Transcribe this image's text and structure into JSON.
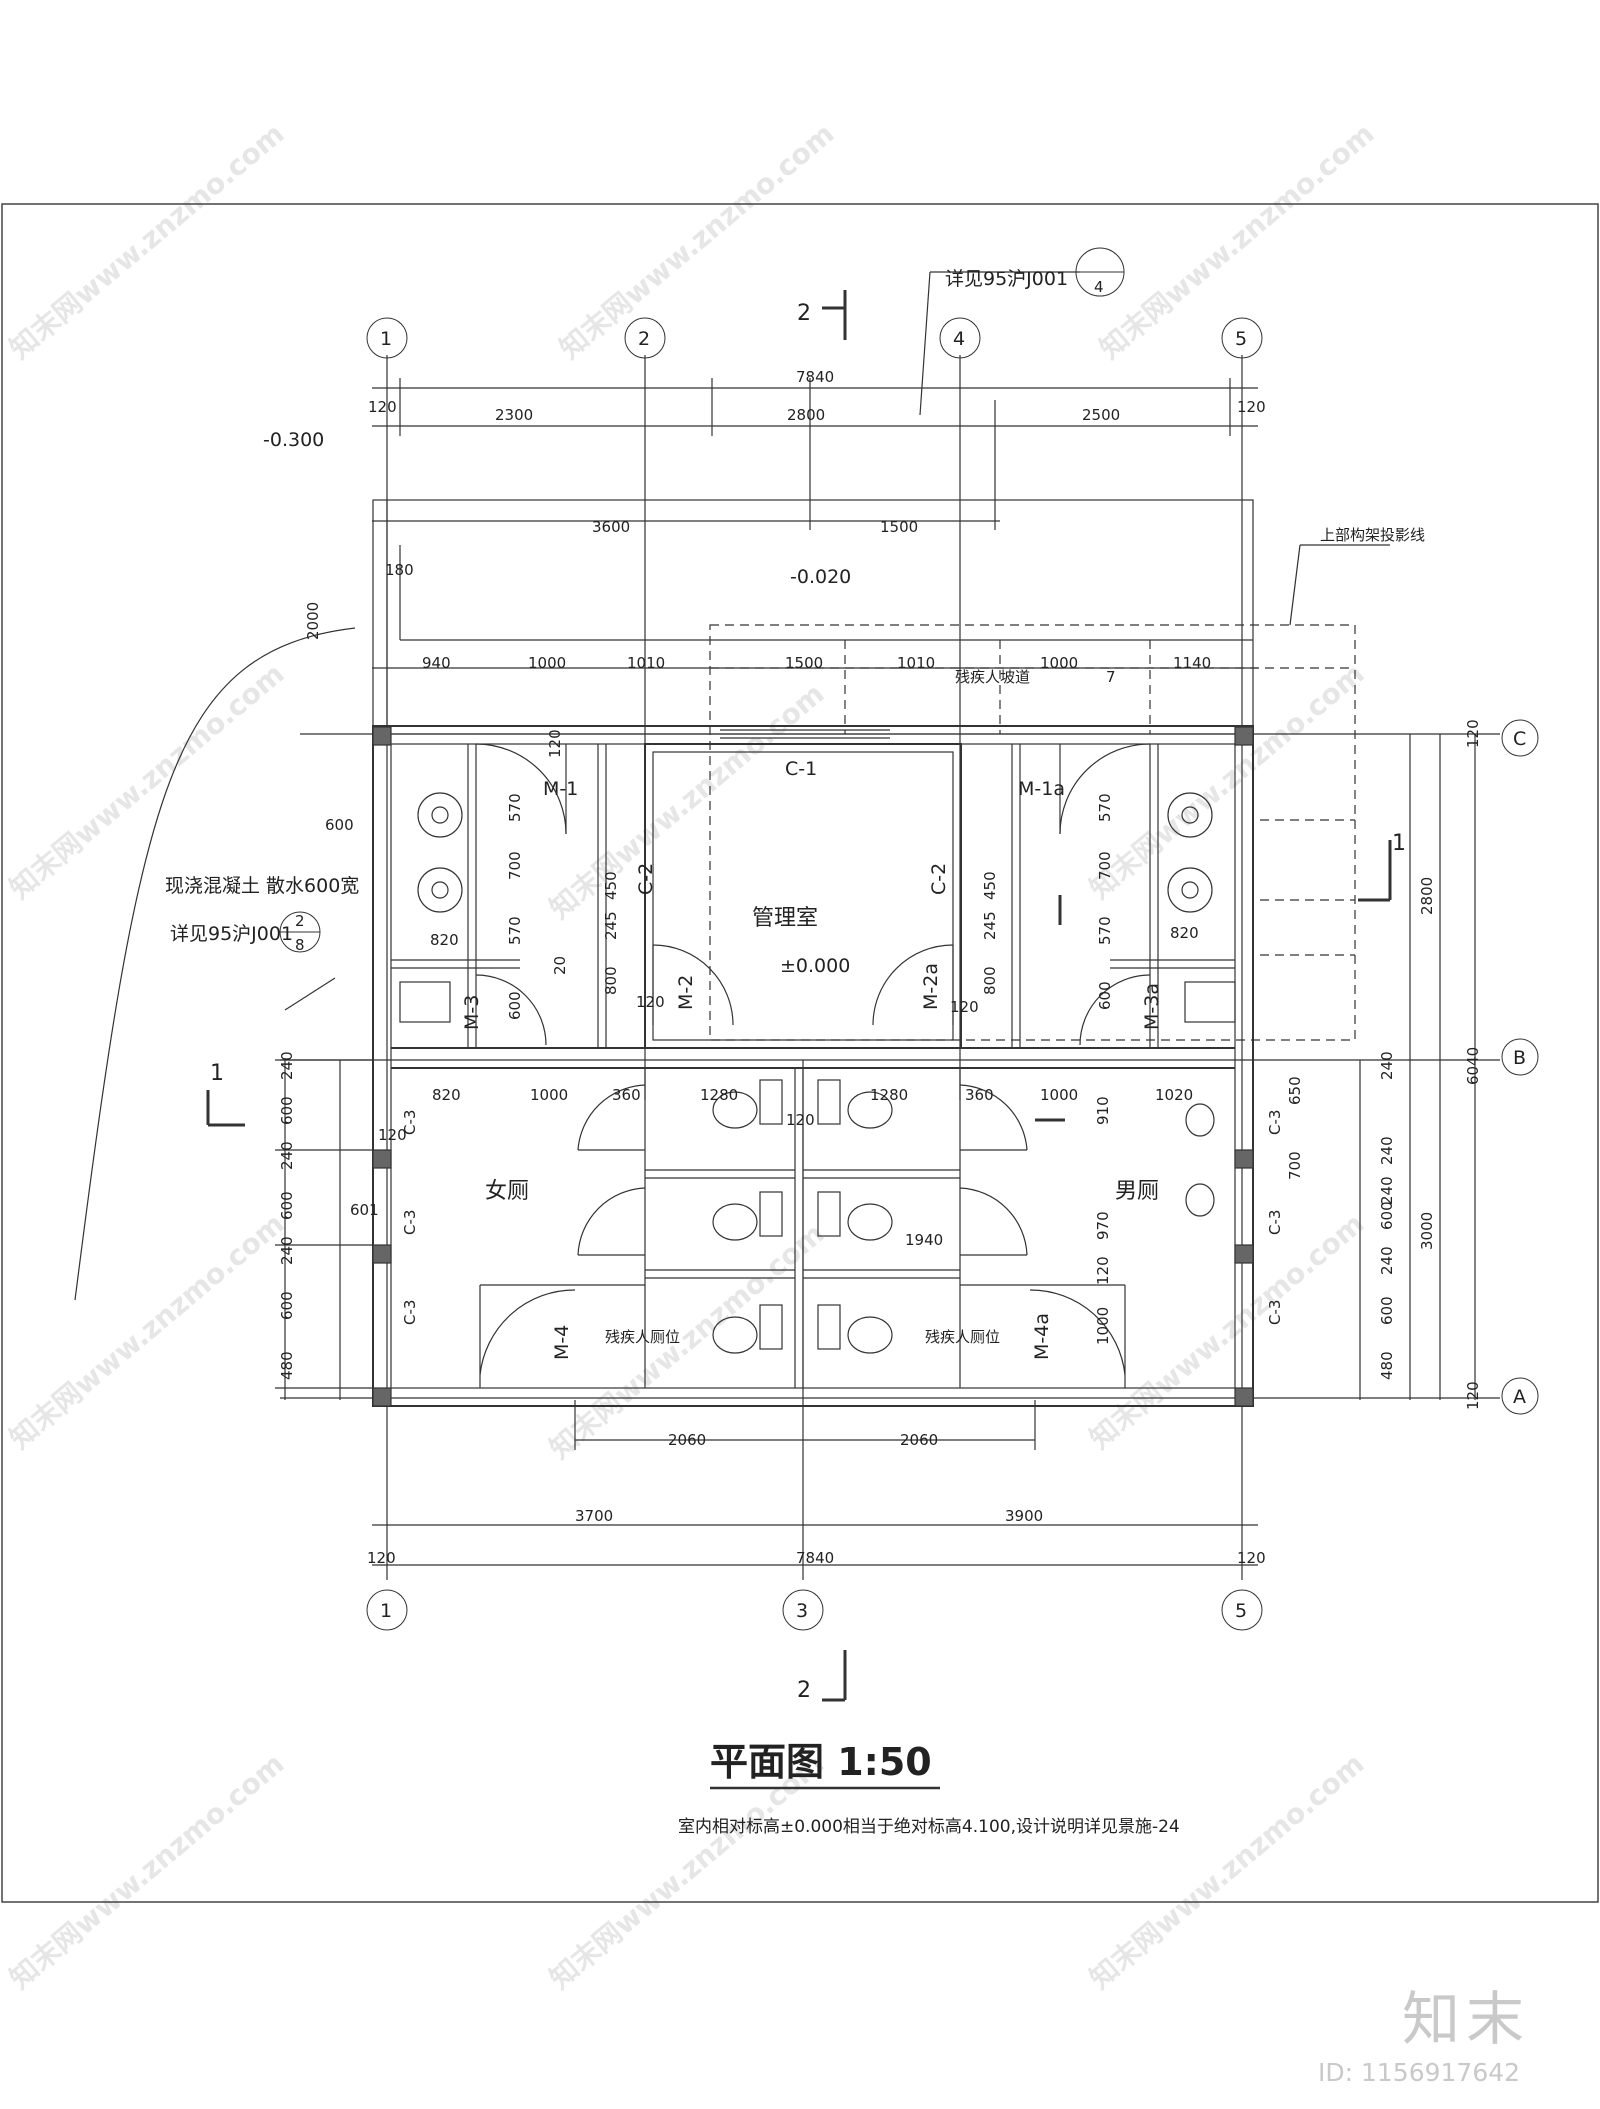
{
  "title": "平面图 1:50",
  "note": "室内相对标高±0.000相当于绝对标高4.100,设计说明详见景施-24",
  "brand": {
    "logo": "知末",
    "id": "ID: 1156917642"
  },
  "watermark": "知末网www.znzmo.com",
  "axes": {
    "top": [
      "1",
      "2",
      "4",
      "5"
    ],
    "bottom": [
      "1",
      "3",
      "5"
    ],
    "right": [
      "C",
      "B",
      "A"
    ]
  },
  "sections": {
    "s2": "2",
    "s1": "1"
  },
  "rooms": {
    "management": "管理室",
    "women": "女厕",
    "men": "男厕",
    "accessible": "残疾人厕位",
    "ramp": "残疾人坡道"
  },
  "levels": {
    "outside": "-0.300",
    "porch": "-0.020",
    "floor": "±0.000"
  },
  "refs": {
    "top_ref": "详见95沪J001",
    "top_ref_num": "4",
    "left_ref": "详见95沪J001",
    "left_ref_num": "2",
    "left_ref_den": "8",
    "apron": "现浇混凝土  散水600宽",
    "upper_frame": "上部构架投影线"
  },
  "doors": [
    "M-1",
    "M-1a",
    "M-2",
    "M-2a",
    "M-3",
    "M-3a",
    "M-4",
    "M-4a"
  ],
  "windows": [
    "C-1",
    "C-2",
    "C-2",
    "C-3",
    "C-3",
    "C-3",
    "C-3",
    "C-3",
    "C-3"
  ],
  "dims": {
    "top_total": "7840",
    "top_120a": "120",
    "top_120b": "120",
    "top_a": "2300",
    "top_b": "2800",
    "top_c": "2500",
    "porch_a": "3600",
    "porch_b": "1500",
    "d180": "180",
    "d2000": "2000",
    "row_940": "940",
    "row_1000": "1000",
    "row_1010": "1010",
    "row_1500": "1500",
    "row_1010b": "1010",
    "row_1000b": "1000",
    "row_7": "7",
    "row_1140": "1140",
    "l_570a": "570",
    "l_700": "700",
    "l_570b": "570",
    "l_120": "120",
    "l_600": "600",
    "l_820": "820",
    "l_20": "20",
    "m_450": "450",
    "m_245": "245",
    "m_800": "800",
    "m_120": "120",
    "r_570a": "570",
    "r_700": "700",
    "r_570b": "570",
    "r_820": "820",
    "r_450": "450",
    "r_245": "245",
    "r_800": "800",
    "r_600": "600",
    "r_120": "120",
    "apron_600": "600",
    "b_820": "820",
    "b_1000": "1000",
    "b_360": "360",
    "b_1280": "1280",
    "b_120": "120",
    "b_1280b": "1280",
    "b_360b": "360",
    "b_1000b": "1000",
    "b_1020": "1020",
    "lv_240a": "240",
    "lv_600a": "600",
    "lv_240b": "240",
    "lv_600b": "600",
    "lv_240c": "240",
    "lv_600c": "600",
    "lv_480": "480",
    "lv_601": "601",
    "lv_120": "120",
    "rv_240a": "240",
    "rv_650": "650",
    "rv_240b": "240",
    "rv_700": "700",
    "rv_240c": "240",
    "rv_600a": "600",
    "rv_240d": "240",
    "rv_600b": "600",
    "rv_480": "480",
    "rv_910": "910",
    "rv_970": "970",
    "rv_1000": "1000",
    "rv_120": "120",
    "d1940": "1940",
    "far_120a": "120",
    "far_2800": "2800",
    "far_6040": "6040",
    "far_3000": "3000",
    "far_120b": "120",
    "bot_2060a": "2060",
    "bot_2060b": "2060",
    "bot_3700": "3700",
    "bot_3900": "3900",
    "bot_120a": "120",
    "bot_7840": "7840",
    "bot_120b": "120"
  }
}
